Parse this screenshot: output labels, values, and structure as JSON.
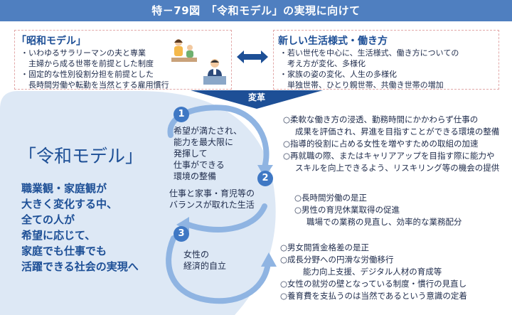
{
  "header": {
    "title": "特－79図　「令和モデル」の実現に向けて"
  },
  "showa": {
    "title": "「昭和モデル」",
    "items": [
      "・いわゆるサラリーマンの夫と専業",
      "　主婦から成る世帯を前提とした制度",
      "・固定的な性別役割分担を前提とした",
      "　長時間労働や転勤を当然とする雇用慣行"
    ]
  },
  "new_style": {
    "title": "新しい生活様式・働き方",
    "items": [
      "・若い世代を中心に、生活様式、働き方についての",
      "　考え方が変化、多様化",
      "・家族の姿の変化、人生の多様化",
      "　単独世帯、ひとり親世帯、共働き世帯の増加"
    ]
  },
  "change_label": "変革",
  "reiwa": {
    "title": "「令和モデル」",
    "lines": [
      "職業観・家庭観が",
      "大きく変化する中、",
      "全ての人が",
      "希望に応じて、",
      "家庭でも仕事でも",
      "活躍できる社会の実現へ"
    ]
  },
  "nodes": [
    {
      "num": "1",
      "lines": [
        "希望が満たされ、",
        "能力を最大限に",
        "発揮して",
        "仕事ができる",
        "環境の整備"
      ]
    },
    {
      "num": "2",
      "lines": [
        "仕事と家事・育児等の",
        "バランスが取れた生活"
      ]
    },
    {
      "num": "3",
      "lines": [
        "女性の",
        "経済的自立"
      ]
    }
  ],
  "group1": [
    "○柔軟な働き方の浸透、勤務時間にかかわらず仕事の",
    "成果を評価され、昇進を目指すことができる環境の整備",
    "○指導的役割に占める女性を増やすための取組の加速",
    "○再就職の際、またはキャリアアップを目指す際に能力や",
    "スキルを向上できるよう、リスキリング等の機会の提供"
  ],
  "group2": [
    "○長時間労働の是正",
    "○男性の育児休業取得の促進",
    "職場での業務の見直し、効率的な業務配分"
  ],
  "group3": [
    "○男女間賃金格差の是正",
    "○成長分野への円滑な労働移行",
    "能力向上支援、デジタル人材の育成等",
    "○女性の就労の壁となっている制度・慣行の見直し",
    "○養育費を支払うのは当然であるという意識の定着"
  ],
  "colors": {
    "header": "#4f7fc0",
    "accent": "#1d4f96",
    "circle": "#3f78c4",
    "panel": "#dde8f5",
    "dashed": "#e2a8a8"
  },
  "icons": [
    "family-illustration",
    "office-worker-illustration",
    "double-arrow-icon",
    "down-arrow-icon"
  ]
}
